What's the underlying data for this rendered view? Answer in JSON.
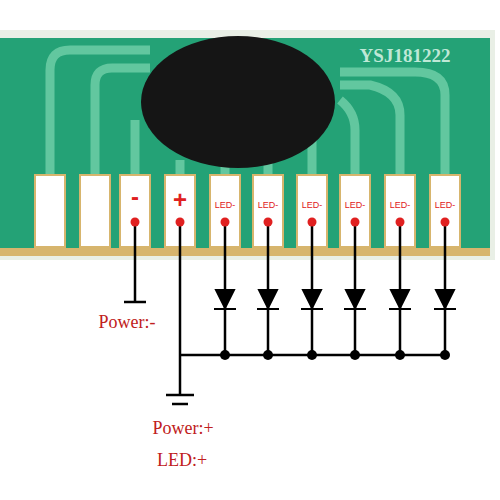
{
  "diagram": {
    "labels": [
      "YSJ181222",
      "-",
      "+",
      "LED-",
      "LED-",
      "LED-",
      "LED-",
      "LED-",
      "LED-",
      "Power:-",
      "Power:+",
      "LED:+"
    ]
  }
}
